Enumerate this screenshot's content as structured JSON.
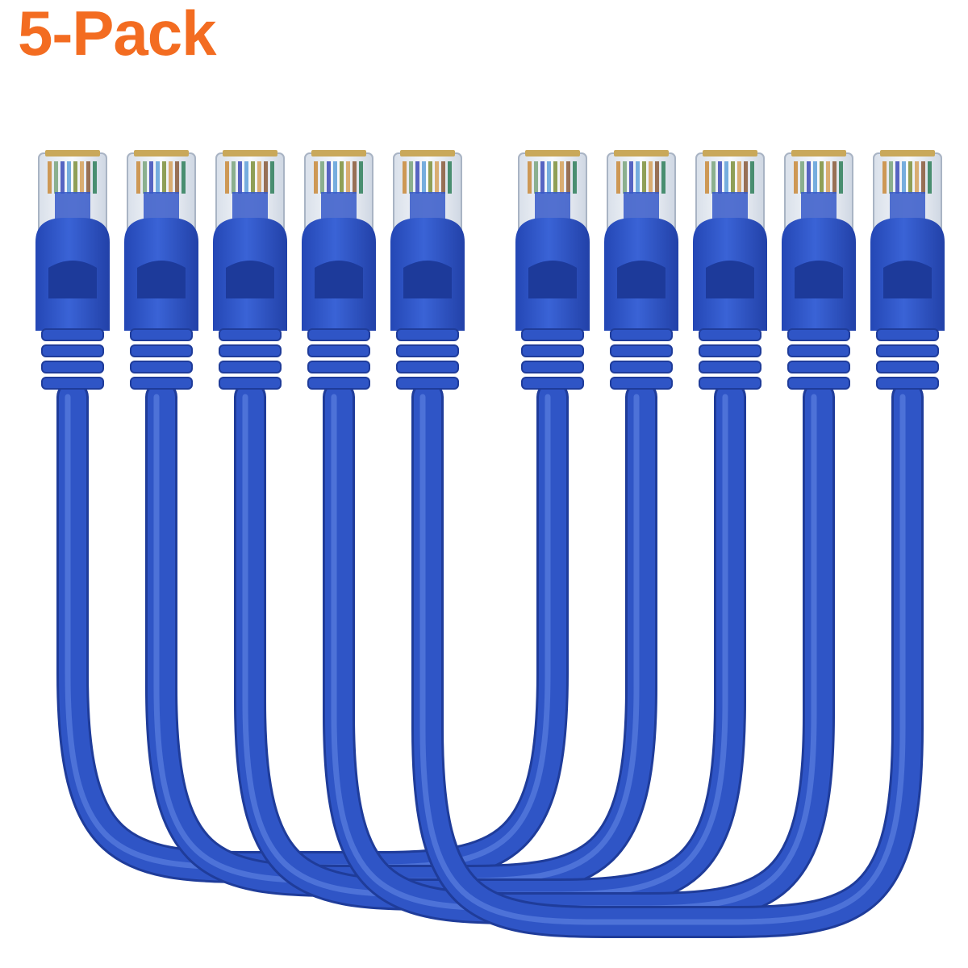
{
  "headline": "5-Pack",
  "colors": {
    "headline": "#f36c21",
    "cable_blue": "#2f55c6",
    "cable_shadow": "#1f3c9a",
    "cable_highlight": "#5a7fe0",
    "plug_clear": "#eef2f7"
  },
  "product": {
    "item": "ethernet-patch-cable",
    "cable_count": 5,
    "connector_ends": 10,
    "connector": "rj45-icon"
  }
}
